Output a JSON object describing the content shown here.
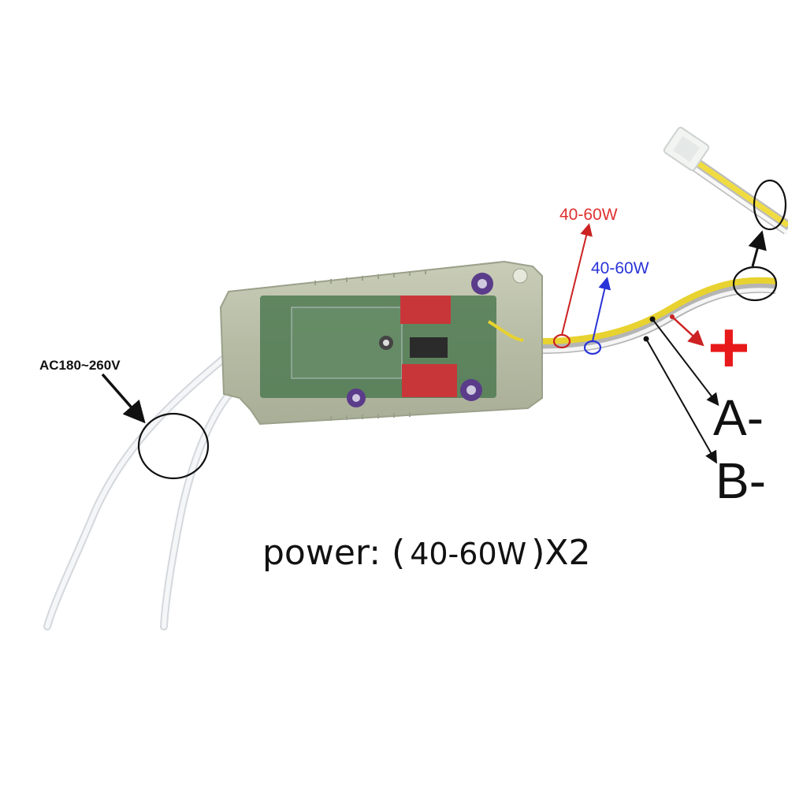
{
  "labels": {
    "input_voltage": "AC180~260V",
    "red_channel_power": "40-60W",
    "blue_channel_power": "40-60W",
    "positive": "+",
    "negative_a": "A-",
    "negative_b": "B-"
  },
  "power": {
    "prefix": "power: (",
    "value": "40-60W",
    "suffix": ")X2"
  },
  "colors": {
    "red_channel": "#e03030",
    "blue_channel": "#2a33d8",
    "positive": "#e8191a"
  }
}
